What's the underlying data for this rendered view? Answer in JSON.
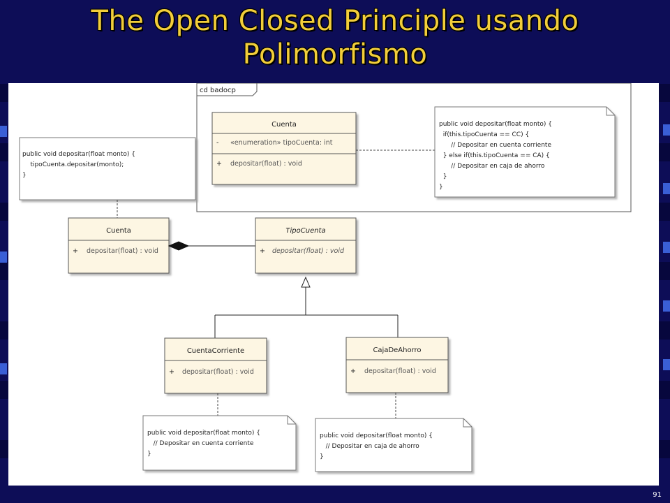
{
  "slide": {
    "title_lines": [
      "The Open Closed Principle usando",
      "Polimorfismo"
    ],
    "page_number": "91",
    "colors": {
      "background": "#0d0d57",
      "title": "#f2ce3a",
      "class_fill": "#fdf6e3",
      "class_header": "#f4e8c8"
    }
  },
  "frame": {
    "label": "cd badocp"
  },
  "classes": {
    "cuenta_old": {
      "name": "Cuenta",
      "attributes": [
        {
          "vis": "-",
          "text": "«enumeration» tipoCuenta:  int"
        }
      ],
      "operations": [
        {
          "vis": "+",
          "text": "depositar(float) : void"
        }
      ]
    },
    "cuenta": {
      "name": "Cuenta",
      "operations": [
        {
          "vis": "+",
          "text": "depositar(float) : void"
        }
      ]
    },
    "tipo_cuenta": {
      "name": "TipoCuenta",
      "operations": [
        {
          "vis": "+",
          "text": "depositar(float) : void"
        }
      ]
    },
    "cuenta_corriente": {
      "name": "CuentaCorriente",
      "operations": [
        {
          "vis": "+",
          "text": "depositar(float) : void"
        }
      ]
    },
    "caja_de_ahorro": {
      "name": "CajaDeAhorro",
      "operations": [
        {
          "vis": "+",
          "text": "depositar(float) : void"
        }
      ]
    }
  },
  "notes": {
    "cuenta_note": [
      "public void depositar(float monto) {",
      "    tipoCuenta.depositar(monto);",
      "}"
    ],
    "old_note": [
      "public void depositar(float monto) {",
      "  if(this.tipoCuenta == CC) {",
      "      // Depositar en cuenta corriente",
      "  } else if(this.tipoCuenta == CA) {",
      "      // Depositar en caja de ahorro",
      "  }",
      "}"
    ],
    "cc_note": [
      "public void depositar(float monto) {",
      "   // Depositar en cuenta corriente",
      "}"
    ],
    "ca_note": [
      "public void depositar(float monto) {",
      "   // Depositar en caja de ahorro",
      "}"
    ]
  }
}
